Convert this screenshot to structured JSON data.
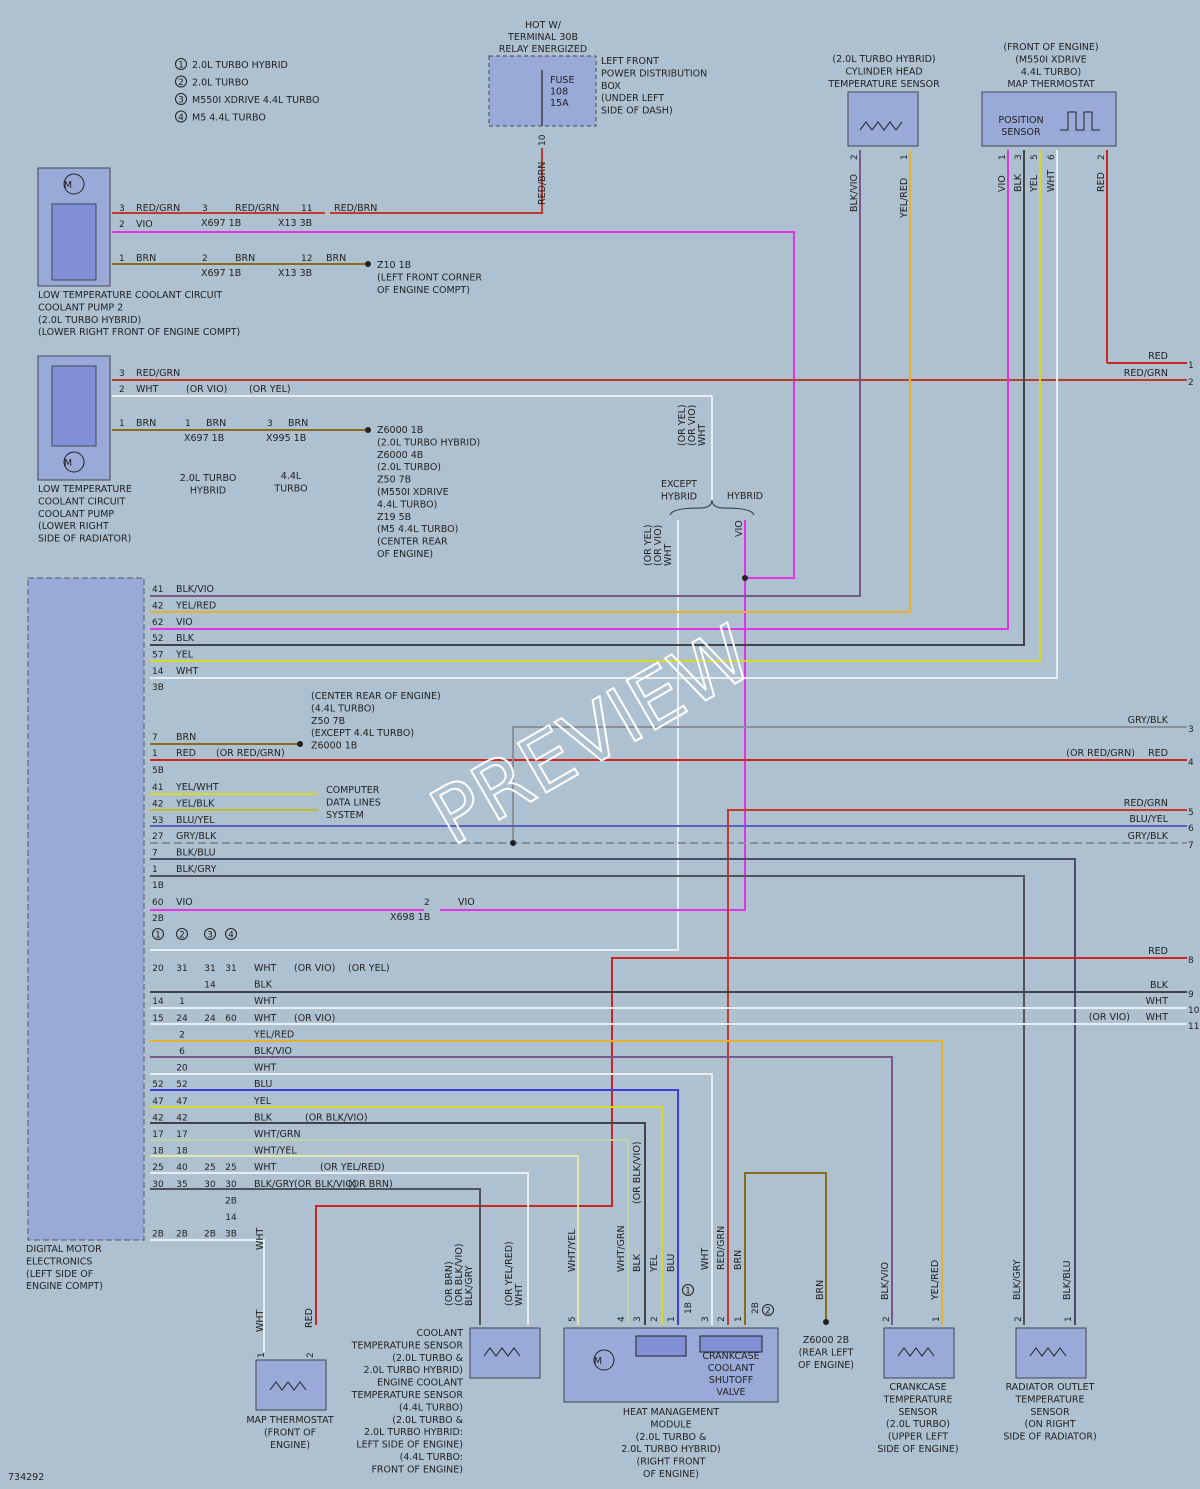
{
  "footer": {
    "diagram_number": "734292"
  },
  "watermark": {
    "text": "PREVIEW"
  },
  "legend": [
    {
      "num": "1",
      "text": "2.0L TURBO HYBRID"
    },
    {
      "num": "2",
      "text": "2.0L TURBO"
    },
    {
      "num": "3",
      "text": "M550I XDRIVE 4.4L TURBO"
    },
    {
      "num": "4",
      "text": "M5 4.4L TURBO"
    }
  ],
  "fuse_box": {
    "header": [
      "HOT W/",
      "TERMINAL 30B",
      "RELAY ENERGIZED"
    ],
    "fuse": [
      "FUSE",
      "108",
      "15A"
    ],
    "desc": [
      "LEFT FRONT",
      "POWER DISTRIBUTION",
      "BOX",
      "(UNDER LEFT",
      "SIDE OF DASH)"
    ],
    "pin": "10",
    "wire": "RED/BRN"
  },
  "pump2": {
    "desc": [
      "LOW TEMPERATURE COOLANT CIRCUIT",
      "COOLANT PUMP 2",
      "(2.0L TURBO HYBRID)",
      "(LOWER RIGHT FRONT OF ENGINE COMPT)"
    ],
    "pins": [
      "3",
      "2",
      "1"
    ],
    "wires": [
      "RED/GRN",
      "VIO",
      "BRN"
    ],
    "c1": {
      "pins": [
        "3",
        "2"
      ],
      "name": "X697 1B",
      "wires": [
        "RED/GRN",
        "BRN"
      ]
    },
    "c2": {
      "pins": [
        "11",
        "12"
      ],
      "name": "X13 3B",
      "wires": [
        "RED/BRN",
        "BRN"
      ]
    },
    "ground": [
      "Z10 1B",
      "(LEFT FRONT CORNER",
      "OF ENGINE COMPT)"
    ]
  },
  "pump1": {
    "desc": [
      "LOW TEMPERATURE",
      "COOLANT CIRCUIT",
      "COOLANT PUMP",
      "(LOWER RIGHT",
      "SIDE OF RADIATOR)"
    ],
    "pins": [
      "3",
      "2",
      "1"
    ],
    "wires": [
      "RED/GRN",
      "WHT",
      "BRN"
    ],
    "alts": [
      "(OR VIO)",
      "(OR YEL)"
    ],
    "c1": {
      "pin": "1",
      "wire": "BRN",
      "name": "X697 1B",
      "note": [
        "2.0L TURBO",
        "HYBRID"
      ]
    },
    "c2": {
      "pin": "3",
      "wire": "BRN",
      "name": "X995 1B",
      "note": [
        "4.4L",
        "TURBO"
      ]
    },
    "ground": [
      "Z6000 1B",
      "(2.0L TURBO HYBRID)",
      "Z6000 4B",
      "(2.0L TURBO)",
      "Z50 7B",
      "(M550I XDRIVE",
      "4.4L TURBO)",
      "Z19 5B",
      "(M5 4.4L TURBO)",
      "(CENTER REAR",
      "OF ENGINE)"
    ]
  },
  "cht_sensor": {
    "title": [
      "(2.0L TURBO HYBRID)",
      "CYLINDER HEAD",
      "TEMPERATURE SENSOR"
    ],
    "pins": [
      "2",
      "1"
    ],
    "wires": [
      "BLK/VIO",
      "YEL/RED"
    ]
  },
  "map_thermostat_top": {
    "title": [
      "(FRONT OF ENGINE)",
      "(M550I XDRIVE",
      "4.4L TURBO)",
      "MAP THERMOSTAT"
    ],
    "label": [
      "POSITION",
      "SENSOR"
    ],
    "pins": [
      "1",
      "3",
      "5",
      "6",
      "2"
    ],
    "wires": [
      "VIO",
      "BLK",
      "YEL",
      "WHT",
      "RED"
    ]
  },
  "split": {
    "top_wire": [
      "(OR YEL)",
      "(OR VIO)",
      "WHT"
    ],
    "except_label": [
      "EXCEPT",
      "HYBRID"
    ],
    "hybrid_label": "HYBRID",
    "left_wire": [
      "(OR YEL)",
      "(OR VIO)",
      "WHT"
    ],
    "right_wire": "VIO"
  },
  "right_edge": [
    {
      "num": "1",
      "wire": "RED"
    },
    {
      "num": "2",
      "wire": "RED/GRN"
    },
    {
      "num": "3",
      "wire": "GRY/BLK"
    },
    {
      "num": "4",
      "wire": "RED",
      "alt": "(OR RED/GRN)"
    },
    {
      "num": "5",
      "wire": "RED/GRN"
    },
    {
      "num": "6",
      "wire": "BLU/YEL"
    },
    {
      "num": "7",
      "wire": "GRY/BLK"
    },
    {
      "num": "8",
      "wire": "RED"
    },
    {
      "num": "9",
      "wire": "BLK"
    },
    {
      "num": "10",
      "wire": "WHT"
    },
    {
      "num": "11",
      "wire": "WHT",
      "alt": "(OR VIO)"
    }
  ],
  "dme": {
    "desc": [
      "DIGITAL MOTOR",
      "ELECTRONICS",
      "(LEFT SIDE OF",
      "ENGINE COMPT)"
    ],
    "connectors": [
      "3B",
      "5B",
      "1B",
      "2B"
    ],
    "rows_a": [
      {
        "pin": "41",
        "wire": "BLK/VIO"
      },
      {
        "pin": "42",
        "wire": "YEL/RED"
      },
      {
        "pin": "62",
        "wire": "VIO"
      },
      {
        "pin": "52",
        "wire": "BLK"
      },
      {
        "pin": "57",
        "wire": "YEL"
      },
      {
        "pin": "14",
        "wire": "WHT"
      }
    ],
    "rows_b": [
      {
        "pin": "7",
        "wire": "BRN"
      },
      {
        "pin": "1",
        "wire": "RED",
        "alt": "(OR RED/GRN)"
      }
    ],
    "rows_c": [
      {
        "pin": "41",
        "wire": "YEL/WHT"
      },
      {
        "pin": "42",
        "wire": "YEL/BLK"
      },
      {
        "pin": "53",
        "wire": "BLU/YEL"
      },
      {
        "pin": "27",
        "wire": "GRY/BLK"
      },
      {
        "pin": "7",
        "wire": "BLK/BLU"
      },
      {
        "pin": "1",
        "wire": "BLK/GRY"
      }
    ],
    "row_d": {
      "pin": "60",
      "wire": "VIO",
      "conn_pin": "2",
      "conn": "X698 1B",
      "wire2": "VIO"
    },
    "ground_b": [
      "(CENTER REAR OF ENGINE)",
      "(4.4L TURBO)",
      "Z50 7B",
      "(EXCEPT 4.4L TURBO)",
      "Z6000 1B"
    ],
    "computer_data": [
      "COMPUTER",
      "DATA LINES",
      "SYSTEM"
    ],
    "col_circles": [
      "1",
      "2",
      "3",
      "4"
    ],
    "grid": [
      {
        "p": [
          "20",
          "31",
          "31",
          "31"
        ],
        "wire": "WHT",
        "alts": [
          "(OR VIO)",
          "(OR YEL)"
        ]
      },
      {
        "p": [
          "",
          "",
          "14",
          ""
        ],
        "wire": "BLK",
        "alts": []
      },
      {
        "p": [
          "14",
          "1",
          "",
          ""
        ],
        "wire": "WHT",
        "alts": []
      },
      {
        "p": [
          "15",
          "24",
          "24",
          "60"
        ],
        "wire": "WHT",
        "alts": [
          "(OR VIO)"
        ]
      },
      {
        "p": [
          "",
          "2",
          "",
          ""
        ],
        "wire": "YEL/RED",
        "alts": []
      },
      {
        "p": [
          "",
          "6",
          "",
          ""
        ],
        "wire": "BLK/VIO",
        "alts": []
      },
      {
        "p": [
          "",
          "20",
          "",
          ""
        ],
        "wire": "WHT",
        "alts": []
      },
      {
        "p": [
          "52",
          "52",
          "",
          ""
        ],
        "wire": "BLU",
        "alts": []
      },
      {
        "p": [
          "47",
          "47",
          "",
          ""
        ],
        "wire": "YEL",
        "alts": []
      },
      {
        "p": [
          "42",
          "42",
          "",
          ""
        ],
        "wire": "BLK",
        "alts": [
          "(OR BLK/VIO)"
        ]
      },
      {
        "p": [
          "17",
          "17",
          "",
          ""
        ],
        "wire": "WHT/GRN",
        "alts": []
      },
      {
        "p": [
          "18",
          "18",
          "",
          ""
        ],
        "wire": "WHT/YEL",
        "alts": []
      },
      {
        "p": [
          "25",
          "40",
          "25",
          "25"
        ],
        "wire": "WHT",
        "alts": [
          "(OR YEL/RED)"
        ]
      },
      {
        "p": [
          "30",
          "35",
          "30",
          "30"
        ],
        "wire": "BLK/GRY",
        "alts": [
          "(OR BLK/VIO)",
          "(OR BRN)"
        ]
      },
      {
        "p": [
          "",
          "",
          "",
          "2B"
        ],
        "wire": "",
        "alts": []
      },
      {
        "p": [
          "",
          "",
          "",
          "14"
        ],
        "wire": "",
        "alts": []
      },
      {
        "p": [
          "2B",
          "2B",
          "2B",
          "3B"
        ],
        "wire": "",
        "alts": []
      }
    ]
  },
  "map_thermostat_bottom": {
    "desc": [
      "MAP THERMOSTAT",
      "(FRONT OF",
      "ENGINE)"
    ],
    "pins": [
      "1",
      "2"
    ],
    "wires": [
      "WHT",
      "RED"
    ],
    "feed": "WHT"
  },
  "coolant_sensor": {
    "desc": [
      "COOLANT",
      "TEMPERATURE SENSOR",
      "(2.0L TURBO &",
      "2.0L TURBO HYBRID)",
      "ENGINE COOLANT",
      "TEMPERATURE SENSOR",
      "(4.4L TURBO)",
      "(2.0L TURBO &",
      "2.0L TURBO HYBRID:",
      "LEFT SIDE OF ENGINE)",
      "(4.4L TURBO:",
      "FRONT OF ENGINE)"
    ],
    "w1": [
      "(OR BRN)",
      "(OR BLK/VIO)",
      "BLK/GRY"
    ],
    "w2": [
      "(OR YEL/RED)",
      "WHT"
    ]
  },
  "heat_module": {
    "desc": [
      "HEAT MANAGEMENT",
      "MODULE",
      "(2.0L TURBO &",
      "2.0L TURBO HYBRID)",
      "(RIGHT FRONT",
      "OF ENGINE)"
    ],
    "valve": [
      "CRANKCASE",
      "COOLANT",
      "SHUTOFF",
      "VALVE"
    ],
    "pins": [
      "5",
      "4",
      "3",
      "2",
      "1"
    ],
    "wires": [
      "WHT/YEL",
      "WHT/GRN",
      "BLK",
      "YEL",
      "BLU"
    ],
    "blk_alt": "(OR BLK/VIO)",
    "conn_1b": "1B",
    "conn_2b": "2B",
    "circle_1": "1",
    "circle_2": "2",
    "valve_pins": [
      "3",
      "2",
      "1"
    ],
    "valve_wires": [
      "WHT",
      "RED/GRN",
      "BRN"
    ]
  },
  "ground_z6000_2b": {
    "wire": "BRN",
    "text": [
      "Z6000 2B",
      "(REAR LEFT",
      "OF ENGINE)"
    ]
  },
  "crankcase_sensor": {
    "desc": [
      "CRANKCASE",
      "TEMPERATURE",
      "SENSOR",
      "(2.0L TURBO)",
      "(UPPER LEFT",
      "SIDE OF ENGINE)"
    ],
    "pins": [
      "2",
      "1"
    ],
    "wires": [
      "BLK/VIO",
      "YEL/RED"
    ]
  },
  "radiator_sensor": {
    "desc": [
      "RADIATOR OUTLET",
      "TEMPERATURE",
      "SENSOR",
      "(ON RIGHT",
      "SIDE OF RADIATOR)"
    ],
    "pins": [
      "2",
      "1"
    ],
    "wires": [
      "BLK/GRY",
      "BLK/BLU"
    ]
  },
  "colors": {
    "background": "#aec1d0",
    "component": "#9aaad8",
    "red": "#d02424",
    "redbrn": "#c0392b",
    "vio": "#e233e4",
    "brn": "#8a6a1c",
    "blk": "#404448",
    "wht": "#e8edf2",
    "yel": "#d8d82a",
    "yelred": "#e6b230",
    "blu": "#3a3de0",
    "gry": "#8a9098",
    "blkvio": "#76588a"
  }
}
